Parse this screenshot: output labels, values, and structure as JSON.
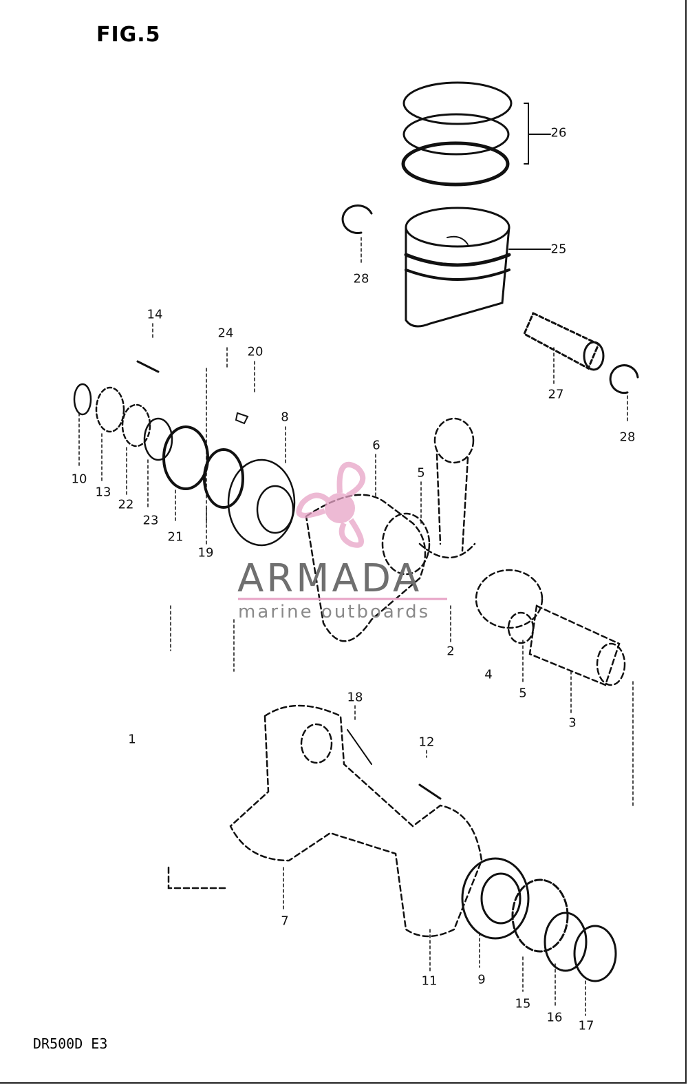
{
  "figure": {
    "title": "FIG.5",
    "model": "DR500D  E3"
  },
  "watermark": {
    "name": "ARMADA",
    "tagline": "marine outboards",
    "accent_color": "#e7a3c6",
    "logo_icon": "propeller-icon"
  },
  "callouts": [
    {
      "id": "26",
      "text": "26"
    },
    {
      "id": "25",
      "text": "25"
    },
    {
      "id": "28a",
      "text": "28"
    },
    {
      "id": "27",
      "text": "27"
    },
    {
      "id": "28b",
      "text": "28"
    },
    {
      "id": "14",
      "text": "14"
    },
    {
      "id": "24",
      "text": "24"
    },
    {
      "id": "20",
      "text": "20"
    },
    {
      "id": "8",
      "text": "8"
    },
    {
      "id": "6",
      "text": "6"
    },
    {
      "id": "5a",
      "text": "5"
    },
    {
      "id": "10",
      "text": "10"
    },
    {
      "id": "13",
      "text": "13"
    },
    {
      "id": "22",
      "text": "22"
    },
    {
      "id": "23",
      "text": "23"
    },
    {
      "id": "21",
      "text": "21"
    },
    {
      "id": "19",
      "text": "19"
    },
    {
      "id": "2",
      "text": "2"
    },
    {
      "id": "4",
      "text": "4"
    },
    {
      "id": "5b",
      "text": "5"
    },
    {
      "id": "3",
      "text": "3"
    },
    {
      "id": "18",
      "text": "18"
    },
    {
      "id": "12",
      "text": "12"
    },
    {
      "id": "1",
      "text": "1"
    },
    {
      "id": "7",
      "text": "7"
    },
    {
      "id": "11",
      "text": "11"
    },
    {
      "id": "9",
      "text": "9"
    },
    {
      "id": "15",
      "text": "15"
    },
    {
      "id": "16",
      "text": "16"
    },
    {
      "id": "17",
      "text": "17"
    }
  ]
}
